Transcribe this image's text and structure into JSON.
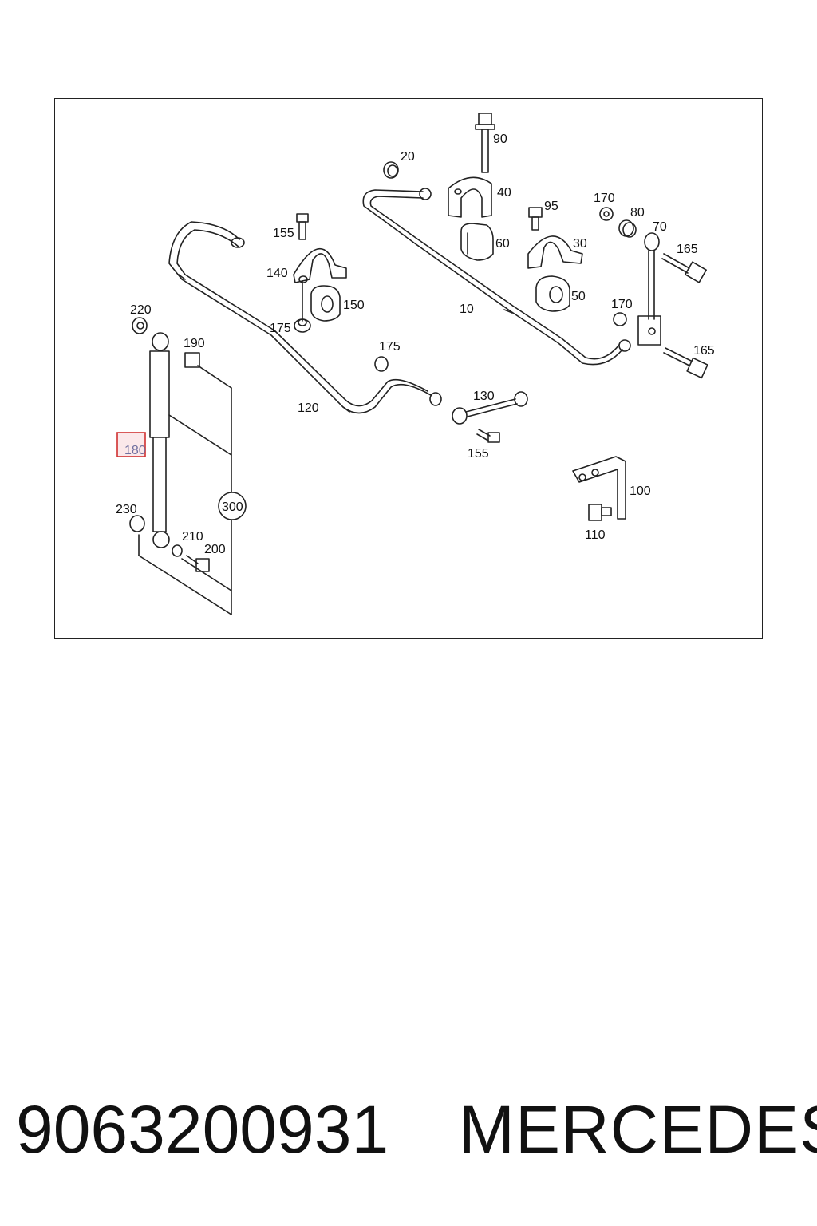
{
  "diagram": {
    "highlight": {
      "label": "180",
      "color": "#d03030"
    },
    "callouts": {
      "c90": "90",
      "c20": "20",
      "c40": "40",
      "c95": "95",
      "c170a": "170",
      "c80": "80",
      "c70": "70",
      "c165a": "165",
      "c155a": "155",
      "c140": "140",
      "c60": "60",
      "c30": "30",
      "c150": "150",
      "c50": "50",
      "c175a": "175",
      "c10": "10",
      "c170b": "170",
      "c220": "220",
      "c190": "190",
      "c175b": "175",
      "c165b": "165",
      "c120": "120",
      "c130": "130",
      "c155b": "155",
      "c300": "300",
      "c100": "100",
      "c230": "230",
      "c210": "210",
      "c200": "200",
      "c110": "110"
    }
  },
  "footer": {
    "part_number": "9063200931",
    "brand": "MERCEDES"
  }
}
